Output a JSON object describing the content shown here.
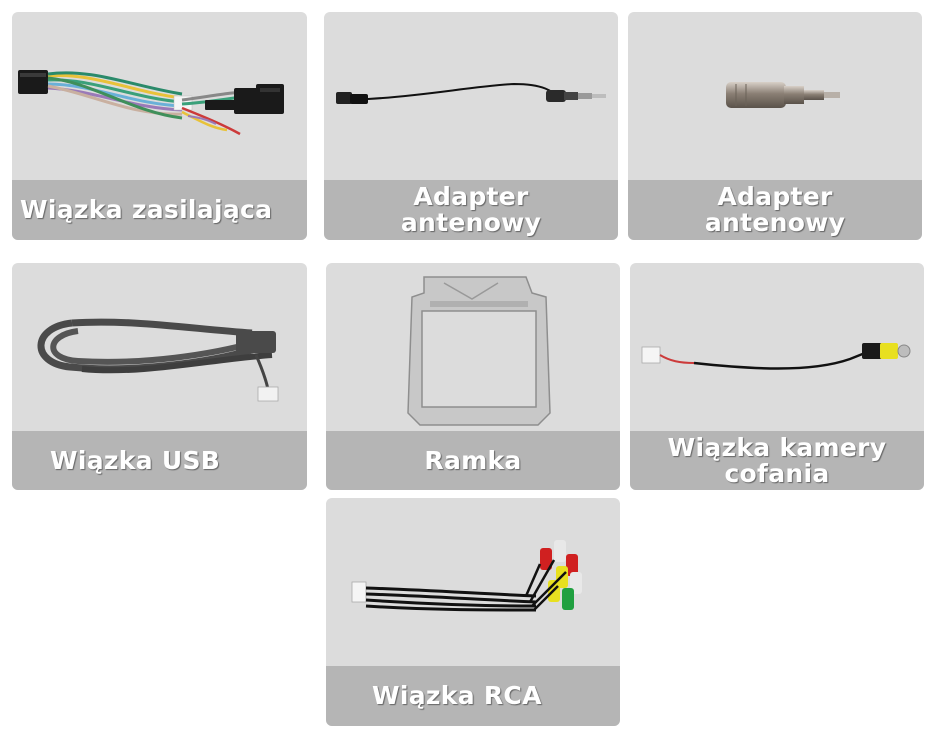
{
  "items": [
    {
      "caption": "Wiązka zasilająca",
      "image": "power-harness-icon"
    },
    {
      "caption": "Adapter\nantenowy",
      "image": "antenna-cable-adapter-icon"
    },
    {
      "caption": "Adapter\nantenowy",
      "image": "antenna-plug-adapter-icon"
    },
    {
      "caption": "Wiązka USB",
      "image": "usb-cable-icon"
    },
    {
      "caption": "Ramka",
      "image": "dash-frame-icon"
    },
    {
      "caption": "Wiązka kamery\ncofania",
      "image": "reverse-camera-cable-icon"
    },
    {
      "caption": "Wiązka RCA",
      "image": "rca-harness-icon"
    }
  ],
  "colors": {
    "card_background": "#dcdcdc",
    "caption_background": "#b5b5b5",
    "caption_text": "#ffffff"
  }
}
